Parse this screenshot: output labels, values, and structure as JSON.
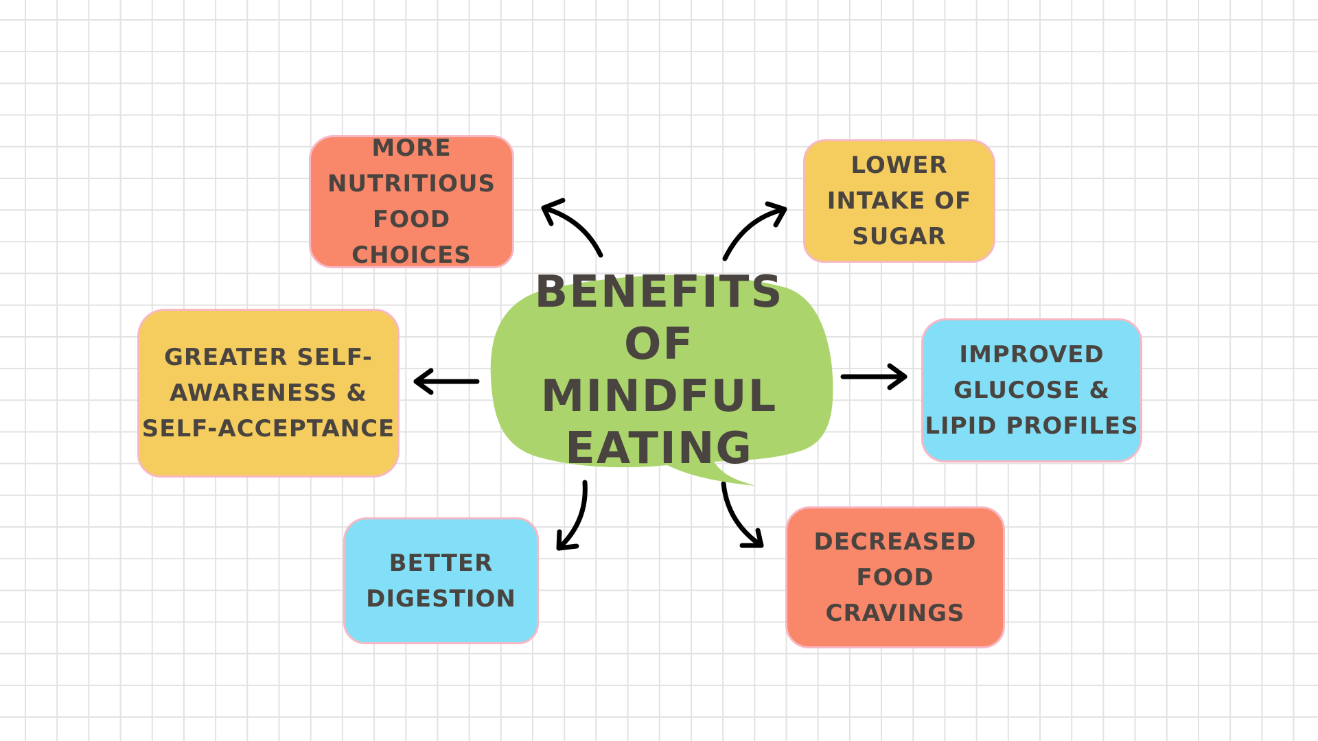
{
  "diagram": {
    "title": "Benefits\nof Mindful\nEating",
    "colors": {
      "center": "#abd56c",
      "text": "#4a4440",
      "border": "#f7b8c4",
      "salmon": "#f9876a",
      "yellow": "#f5cd5f",
      "blue": "#83dff7",
      "arrow": "#000000",
      "grid": "#e2e2e2"
    },
    "nodes": [
      {
        "id": "nutritious",
        "label": "More\nNutritious\nFood Choices",
        "color": "salmon",
        "position": "top-left"
      },
      {
        "id": "sugar",
        "label": "Lower\nIntake of\nSugar",
        "color": "yellow",
        "position": "top-right"
      },
      {
        "id": "self-awareness",
        "label": "Greater Self-\nAwareness &\nSelf-Acceptance",
        "color": "yellow",
        "position": "left"
      },
      {
        "id": "glucose",
        "label": "Improved\nGlucose &\nLipid Profiles",
        "color": "blue",
        "position": "right"
      },
      {
        "id": "digestion",
        "label": "Better\nDigestion",
        "color": "blue",
        "position": "bottom-left"
      },
      {
        "id": "cravings",
        "label": "Decreased\nFood\nCravings",
        "color": "salmon",
        "position": "bottom-right"
      }
    ],
    "edges": [
      {
        "from": "center",
        "to": "nutritious"
      },
      {
        "from": "center",
        "to": "sugar"
      },
      {
        "from": "center",
        "to": "self-awareness"
      },
      {
        "from": "center",
        "to": "glucose"
      },
      {
        "from": "center",
        "to": "digestion"
      },
      {
        "from": "center",
        "to": "cravings"
      }
    ]
  }
}
